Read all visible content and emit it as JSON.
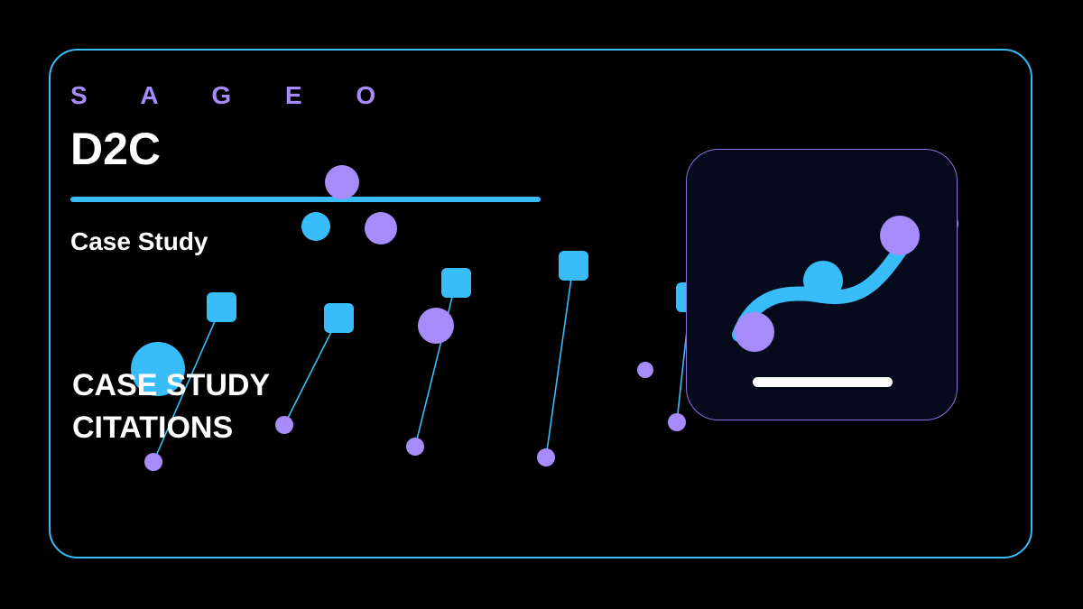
{
  "brand": "S A G E O",
  "hero": {
    "title": "D2C",
    "subtitle": "Case Study",
    "headline_line1": "CASE STUDY",
    "headline_line2": "CITATIONS"
  },
  "colors": {
    "accent_blue": "#38bdf8",
    "accent_purple": "#a78bfa",
    "background": "#000000",
    "panel_background": "#050a1c",
    "text": "#ffffff"
  },
  "icons": {
    "panel_icon": "growth-curve-icon",
    "decoration": "connected-nodes-graphic"
  }
}
